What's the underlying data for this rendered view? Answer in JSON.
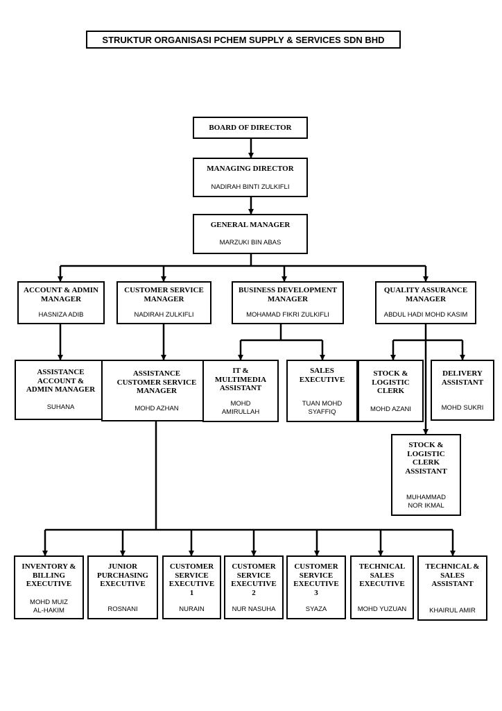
{
  "title": "STRUKTUR ORGANISASI PCHEM SUPPLY & SERVICES SDN BHD",
  "nodes": {
    "board": {
      "role": "BOARD OF DIRECTOR",
      "person": ""
    },
    "md": {
      "role": "MANAGING DIRECTOR",
      "person": "NADIRAH BINTI ZULKIFLI"
    },
    "gm": {
      "role": "GENERAL MANAGER",
      "person": "MARZUKI BIN ABAS"
    },
    "acc_mgr": {
      "role": "ACCOUNT & ADMIN\nMANAGER",
      "person": "HASNIZA ADIB"
    },
    "cs_mgr": {
      "role": "CUSTOMER SERVICE\nMANAGER",
      "person": "NADIRAH ZULKIFLI"
    },
    "bd_mgr": {
      "role": "BUSINESS DEVELOPMENT\nMANAGER",
      "person": "MOHAMAD FIKRI ZULKIFLI"
    },
    "qa_mgr": {
      "role": "QUALITY ASSURANCE\nMANAGER",
      "person": "ABDUL HADI MOHD KASIM"
    },
    "asst_acc": {
      "role": "ASSISTANCE\nACCOUNT &\nADMIN MANAGER",
      "person": "SUHANA"
    },
    "asst_cs": {
      "role": "ASSISTANCE\nCUSTOMER SERVICE\nMANAGER",
      "person": "MOHD AZHAN"
    },
    "it_asst": {
      "role": "IT &\nMULTIMEDIA\nASSISTANT",
      "person": "MOHD\nAMIRULLAH"
    },
    "sales_exec": {
      "role": "SALES\nEXECUTIVE",
      "person": "TUAN MOHD\nSYAFFIQ"
    },
    "stock_clerk": {
      "role": "STOCK &\nLOGISTIC\nCLERK",
      "person": "MOHD AZANI"
    },
    "delivery": {
      "role": "DELIVERY\nASSISTANT",
      "person": "MOHD SUKRI"
    },
    "stock_asst": {
      "role": "STOCK &\nLOGISTIC\nCLERK\nASSISTANT",
      "person": "MUHAMMAD\nNOR IKMAL"
    },
    "inv_exec": {
      "role": "INVENTORY &\nBILLING\nEXECUTIVE",
      "person": "MOHD MUIZ\nAL-HAKIM"
    },
    "jr_purch": {
      "role": "JUNIOR\nPURCHASING\nEXECUTIVE",
      "person": "ROSNANI"
    },
    "cse1": {
      "role": "CUSTOMER\nSERVICE\nEXECUTIVE\n1",
      "person": "NURAIN"
    },
    "cse2": {
      "role": "CUSTOMER\nSERVICE\nEXECUTIVE\n2",
      "person": "NUR NASUHA"
    },
    "cse3": {
      "role": "CUSTOMER\nSERVICE\nEXECUTIVE\n3",
      "person": "SYAZA"
    },
    "tech_sales_exec": {
      "role": "TECHNICAL\nSALES\nEXECUTIVE",
      "person": "MOHD YUZUAN"
    },
    "tech_sales_asst": {
      "role": "TECHNICAL &\nSALES\nASSISTANT",
      "person": "KHAIRUL AMIR"
    }
  }
}
